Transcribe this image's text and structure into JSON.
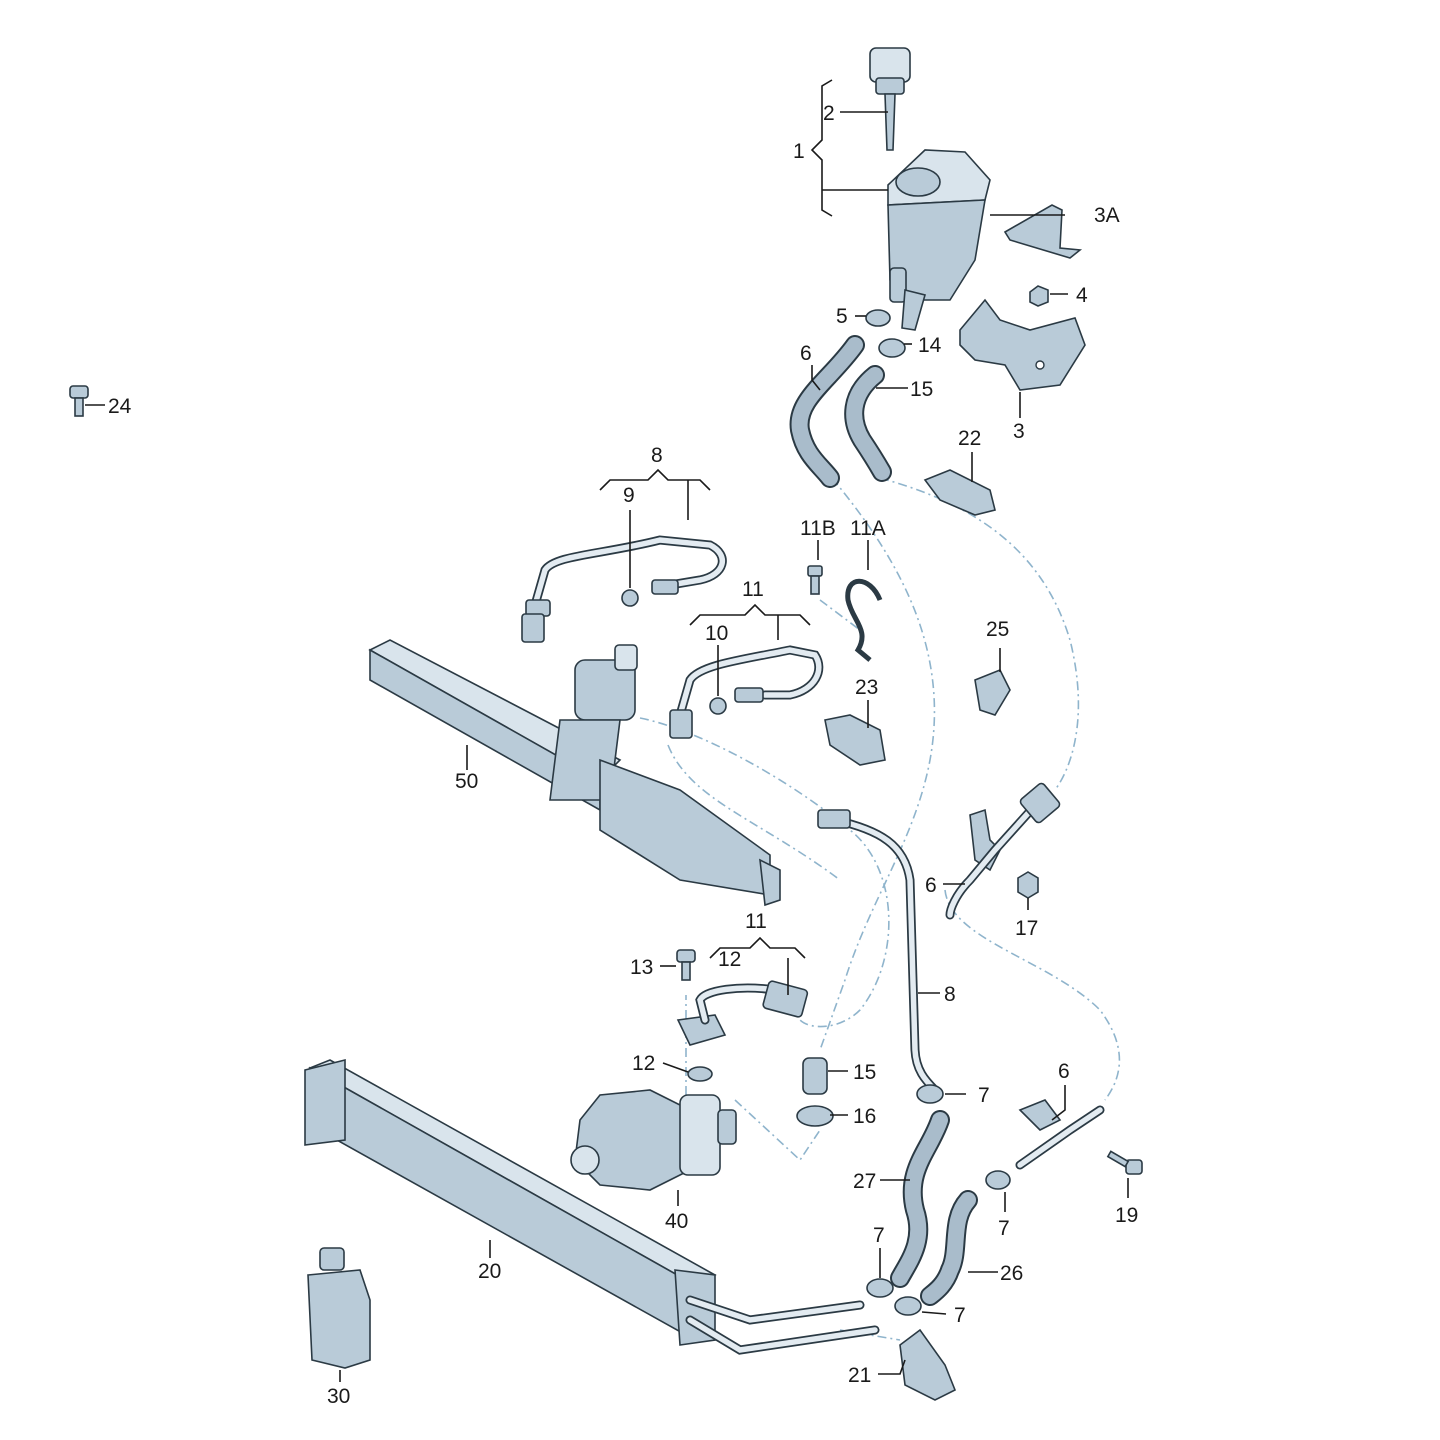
{
  "labels": {
    "l1": "1",
    "l2": "2",
    "l3": "3",
    "l3A": "3A",
    "l4": "4",
    "l5": "5",
    "l6a": "6",
    "l6b": "6",
    "l6c": "6",
    "l7a": "7",
    "l7b": "7",
    "l7c": "7",
    "l7d": "7",
    "l8a": "8",
    "l8b": "8",
    "l9": "9",
    "l10": "10",
    "l11a": "11",
    "l11b": "11",
    "l11A": "11A",
    "l11B": "11B",
    "l12a": "12",
    "l12b": "12",
    "l13": "13",
    "l14": "14",
    "l15a": "15",
    "l15b": "15",
    "l16": "16",
    "l17": "17",
    "l19": "19",
    "l20": "20",
    "l21": "21",
    "l22": "22",
    "l23": "23",
    "l24": "24",
    "l25": "25",
    "l26": "26",
    "l27": "27",
    "l30": "30",
    "l40": "40",
    "l50": "50"
  },
  "colors": {
    "part_fill": "#b9cbd8",
    "outline": "#2b3a44",
    "leader_dash": "#8fb4cc"
  }
}
